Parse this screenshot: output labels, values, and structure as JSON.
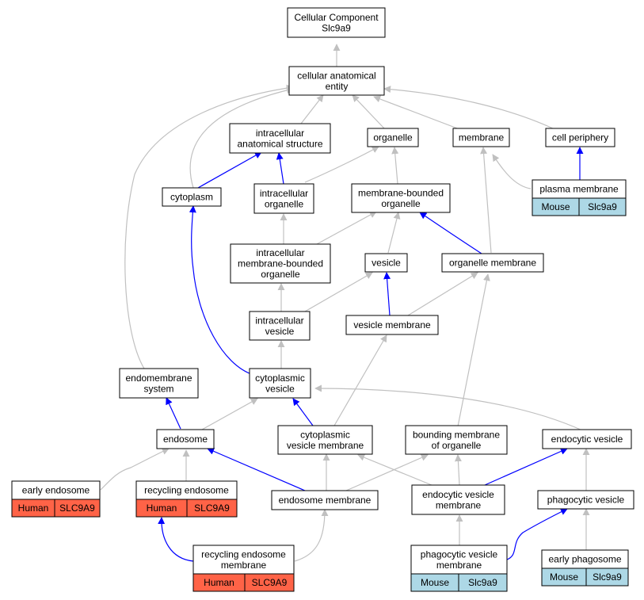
{
  "colors": {
    "gray_edge": "#c0c0c0",
    "blue_edge": "#0000ff",
    "human_fill": "#ff6347",
    "mouse_fill": "#add8e6",
    "node_stroke": "#000000",
    "node_fill": "#ffffff"
  },
  "nodes": [
    {
      "id": "root",
      "lines": [
        "Cellular Component",
        "Slc9a9"
      ]
    },
    {
      "id": "cae",
      "lines": [
        "cellular anatomical",
        "entity"
      ]
    },
    {
      "id": "ias",
      "lines": [
        "intracellular",
        "anatomical structure"
      ]
    },
    {
      "id": "organelle",
      "lines": [
        "organelle"
      ]
    },
    {
      "id": "membrane",
      "lines": [
        "membrane"
      ]
    },
    {
      "id": "cellperiphery",
      "lines": [
        "cell periphery"
      ]
    },
    {
      "id": "cytoplasm",
      "lines": [
        "cytoplasm"
      ]
    },
    {
      "id": "io",
      "lines": [
        "intracellular",
        "organelle"
      ]
    },
    {
      "id": "mbo",
      "lines": [
        "membrane-bounded",
        "organelle"
      ]
    },
    {
      "id": "pm",
      "lines": [
        "plasma membrane"
      ],
      "species": [
        "Mouse",
        "Slc9a9"
      ],
      "species_kind": "mouse"
    },
    {
      "id": "imbo",
      "lines": [
        "intracellular",
        "membrane-bounded",
        "organelle"
      ]
    },
    {
      "id": "vesicle",
      "lines": [
        "vesicle"
      ]
    },
    {
      "id": "om",
      "lines": [
        "organelle membrane"
      ]
    },
    {
      "id": "iv",
      "lines": [
        "intracellular",
        "vesicle"
      ]
    },
    {
      "id": "vm",
      "lines": [
        "vesicle membrane"
      ]
    },
    {
      "id": "es",
      "lines": [
        "endomembrane",
        "system"
      ]
    },
    {
      "id": "cv",
      "lines": [
        "cytoplasmic",
        "vesicle"
      ]
    },
    {
      "id": "endosome",
      "lines": [
        "endosome"
      ]
    },
    {
      "id": "cvm",
      "lines": [
        "cytoplasmic",
        "vesicle membrane"
      ]
    },
    {
      "id": "bmo",
      "lines": [
        "bounding membrane",
        "of organelle"
      ]
    },
    {
      "id": "ecv",
      "lines": [
        "endocytic vesicle"
      ]
    },
    {
      "id": "ee",
      "lines": [
        "early endosome"
      ],
      "species": [
        "Human",
        "SLC9A9"
      ],
      "species_kind": "human"
    },
    {
      "id": "re",
      "lines": [
        "recycling endosome"
      ],
      "species": [
        "Human",
        "SLC9A9"
      ],
      "species_kind": "human"
    },
    {
      "id": "em",
      "lines": [
        "endosome membrane"
      ]
    },
    {
      "id": "ecvm",
      "lines": [
        "endocytic vesicle",
        "membrane"
      ]
    },
    {
      "id": "pv",
      "lines": [
        "phagocytic vesicle"
      ]
    },
    {
      "id": "rem",
      "lines": [
        "recycling endosome",
        "membrane"
      ],
      "species": [
        "Human",
        "SLC9A9"
      ],
      "species_kind": "human"
    },
    {
      "id": "pvm",
      "lines": [
        "phagocytic vesicle",
        "membrane"
      ],
      "species": [
        "Mouse",
        "Slc9a9"
      ],
      "species_kind": "mouse"
    },
    {
      "id": "ep",
      "lines": [
        "early phagosome"
      ],
      "species": [
        "Mouse",
        "Slc9a9"
      ],
      "species_kind": "mouse"
    }
  ]
}
